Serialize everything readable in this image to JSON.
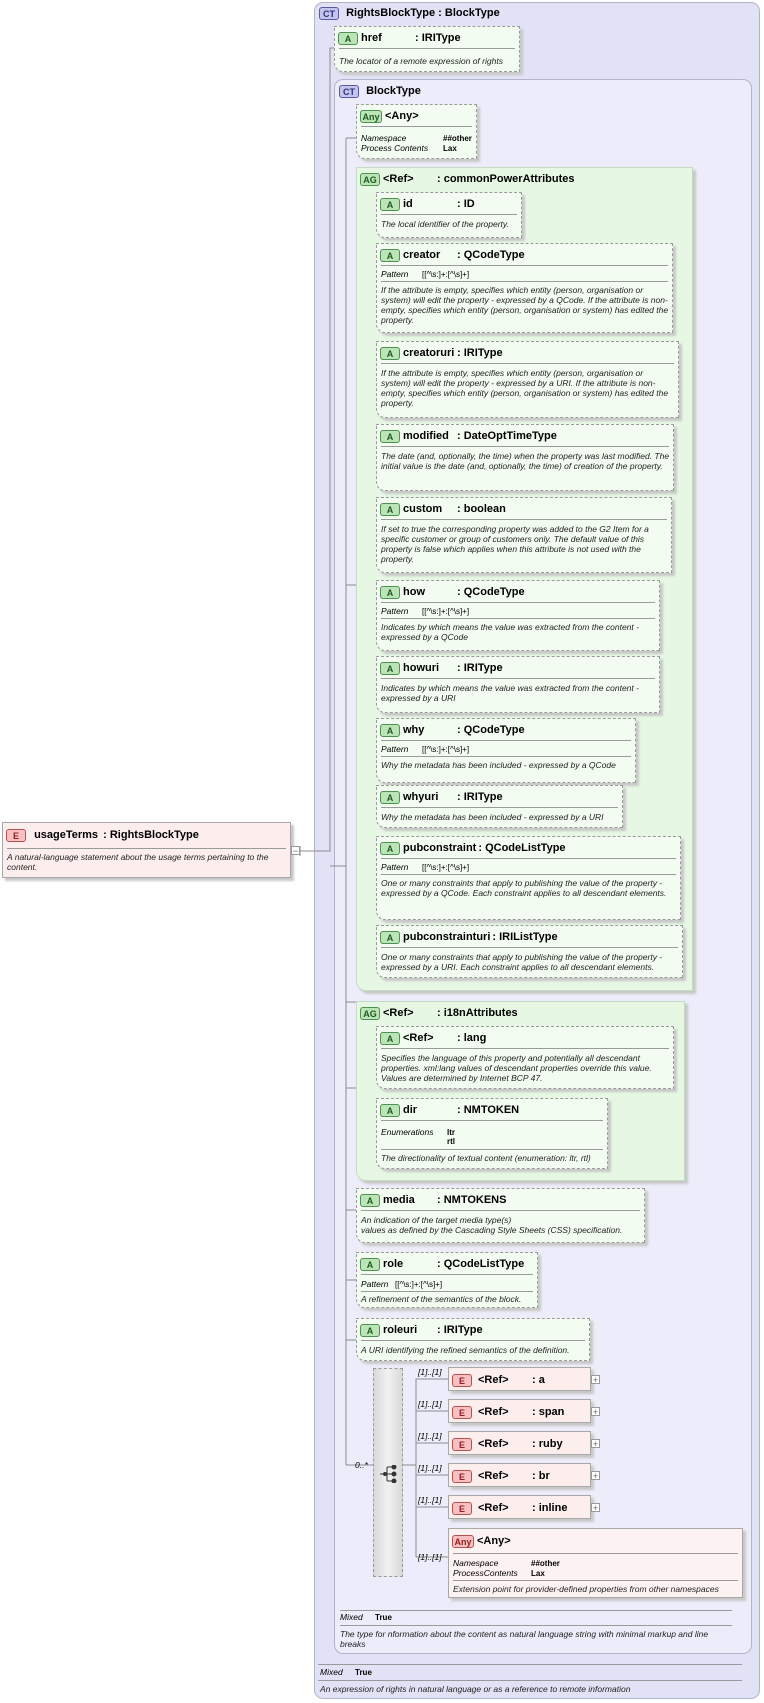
{
  "root": {
    "badge": "E",
    "name": "usageTerms",
    "type": ": RightsBlockType",
    "doc": "A natural-language statement about the usage terms pertaining to the content."
  },
  "rights_block": {
    "badge": "CT",
    "title": "RightsBlockType : BlockType",
    "mixed_label": "Mixed",
    "mixed_value": "True",
    "doc": "An expression of rights in natural language or as a reference to remote information",
    "href": {
      "badge": "A",
      "name": "href",
      "type": ": IRIType",
      "doc": "The locator of a remote expression of rights"
    }
  },
  "block_type": {
    "badge": "CT",
    "title": "BlockType",
    "mixed_label": "Mixed",
    "mixed_value": "True",
    "doc": "The type for nformation about the content as natural language string with minimal markup and line breaks",
    "any_attr": {
      "badge": "Any",
      "name": "<Any>",
      "namespace_label": "Namespace",
      "namespace_value": "##other",
      "process_label": "Process Contents",
      "process_value": "Lax"
    }
  },
  "common_power": {
    "badge": "AG",
    "ref": "<Ref>",
    "name": ": commonPowerAttributes",
    "attributes": [
      {
        "badge": "A",
        "name": "id",
        "type": ": ID",
        "doc": "The local identifier of the property."
      },
      {
        "badge": "A",
        "name": "creator",
        "type": ": QCodeType",
        "pattern_label": "Pattern",
        "pattern": "[[^\\s:]+:[^\\s]+]",
        "doc": "If the attribute is empty, specifies which entity (person, organisation or system) will edit the property - expressed by a QCode. If the attribute is non-empty, specifies which entity (person, organisation or system) has edited the property."
      },
      {
        "badge": "A",
        "name": "creatoruri",
        "type": ": IRIType",
        "doc": "If the attribute is empty, specifies which entity (person, organisation or system) will edit the property - expressed by a URI. If the attribute is non-empty, specifies which entity (person, organisation or system) has edited the property."
      },
      {
        "badge": "A",
        "name": "modified",
        "type": ": DateOptTimeType",
        "doc": "The date (and, optionally, the time) when the property was last modified. The initial value is the date (and, optionally, the time) of creation of the property."
      },
      {
        "badge": "A",
        "name": "custom",
        "type": ": boolean",
        "doc": "If set to true the corresponding property was added to the G2 Item for a specific customer or group of customers only. The default value of this property is false which applies when this attribute is not used with the property."
      },
      {
        "badge": "A",
        "name": "how",
        "type": ": QCodeType",
        "pattern_label": "Pattern",
        "pattern": "[[^\\s:]+:[^\\s]+]",
        "doc": "Indicates by which means the value was extracted from the content - expressed by a QCode"
      },
      {
        "badge": "A",
        "name": "howuri",
        "type": ": IRIType",
        "doc": "Indicates by which means the value was extracted from the content - expressed by a URI"
      },
      {
        "badge": "A",
        "name": "why",
        "type": ": QCodeType",
        "pattern_label": "Pattern",
        "pattern": "[[^\\s:]+:[^\\s]+]",
        "doc": "Why the metadata has been included - expressed by a QCode"
      },
      {
        "badge": "A",
        "name": "whyuri",
        "type": ": IRIType",
        "doc": "Why the metadata has been included - expressed by a URI"
      },
      {
        "badge": "A",
        "name": "pubconstraint",
        "type": ": QCodeListType",
        "pattern_label": "Pattern",
        "pattern": "[[^\\s:]+:[^\\s]+]",
        "doc": "One or many constraints that apply to publishing the value of the property - expressed by a QCode. Each constraint applies to all descendant elements."
      },
      {
        "badge": "A",
        "name": "pubconstrainturi",
        "type": ": IRIListType",
        "doc": "One or many constraints that apply to publishing the value of the property - expressed by a URI. Each constraint applies to all descendant elements."
      }
    ]
  },
  "i18n": {
    "badge": "AG",
    "ref": "<Ref>",
    "name": ": i18nAttributes",
    "lang": {
      "badge": "A",
      "name": "<Ref>",
      "type": ": lang",
      "doc": "Specifies the language of this property and potentially all descendant properties. xml:lang values of descendant properties override this value. Values are determined by Internet BCP 47."
    },
    "dir": {
      "badge": "A",
      "name": "dir",
      "type": ": NMTOKEN",
      "enum_label": "Enumerations",
      "enum_values": [
        "ltr",
        "rtl"
      ],
      "doc": "The directionality of textual content (enumeration: ltr, rtl)"
    }
  },
  "media": {
    "badge": "A",
    "name": "media",
    "type": ": NMTOKENS",
    "doc": "An indication of the target media type(s)\nvalues as defined by the Cascading Style Sheets (CSS) specification."
  },
  "role": {
    "badge": "A",
    "name": "role",
    "type": ": QCodeListType",
    "pattern_label": "Pattern",
    "pattern": "[[^\\s:]+:[^\\s]+]",
    "doc": "A refinement of the semantics of the block."
  },
  "roleuri": {
    "badge": "A",
    "name": "roleuri",
    "type": ": IRIType",
    "doc": "A URI identifying the refined semantics of the definition."
  },
  "choice": {
    "occurrence": "0..*",
    "items": [
      {
        "badge": "E",
        "ref": "<Ref>",
        "name": ": a",
        "occ": "[1]..[1]"
      },
      {
        "badge": "E",
        "ref": "<Ref>",
        "name": ": span",
        "occ": "[1]..[1]"
      },
      {
        "badge": "E",
        "ref": "<Ref>",
        "name": ": ruby",
        "occ": "[1]..[1]"
      },
      {
        "badge": "E",
        "ref": "<Ref>",
        "name": ": br",
        "occ": "[1]..[1]"
      },
      {
        "badge": "E",
        "ref": "<Ref>",
        "name": ": inline",
        "occ": "[1]..[1]"
      }
    ],
    "any": {
      "badge": "Any",
      "name": "<Any>",
      "occ": "[1]..[1]",
      "namespace_label": "Namespace",
      "namespace_value": "##other",
      "process_label": "ProcessContents",
      "process_value": "Lax",
      "doc": "Extension point for provider-defined properties from other namespaces"
    }
  }
}
